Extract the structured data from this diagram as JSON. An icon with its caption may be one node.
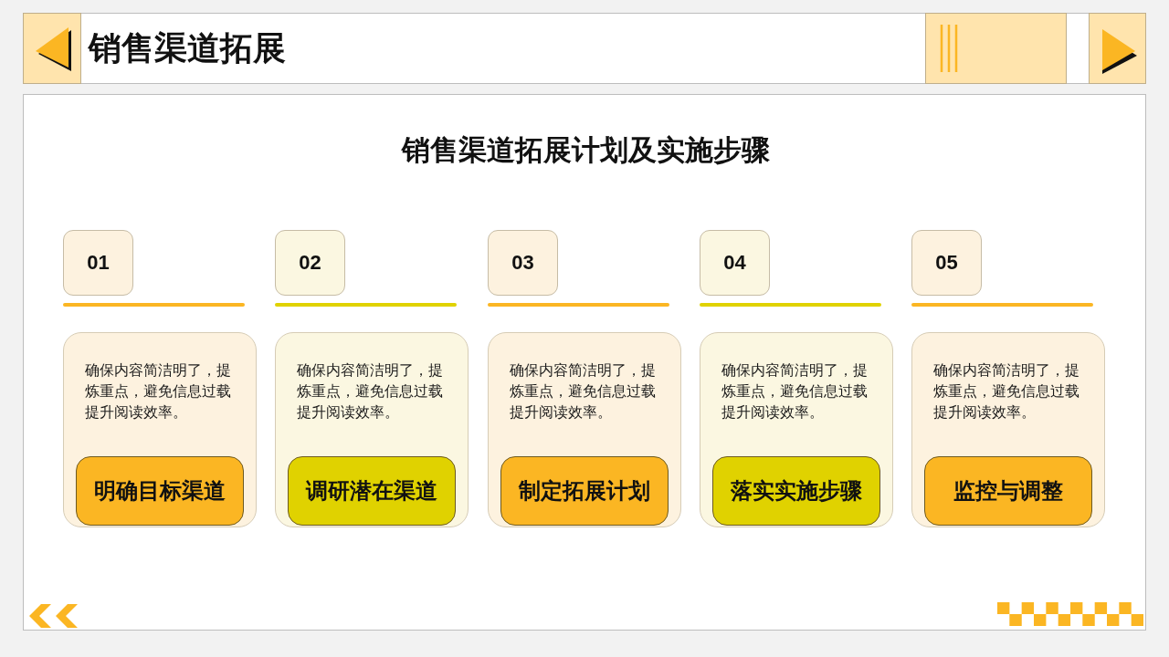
{
  "diagram": {
    "title": "销售渠道拓展",
    "nodes": [
      {
        "text": [
          "01"
        ]
      },
      {
        "text": [
          "确保内容简洁明了，提炼重点，避免信息过载提升阅读效率。"
        ]
      },
      {
        "text": [
          "明确目标渠道"
        ],
        "in": 1
      },
      {
        "text": [
          "02"
        ]
      },
      {
        "text": [
          "确保内容简洁明了，提炼重点，避免信息过载提升阅读效率。"
        ]
      },
      {
        "text": [
          "调研潜在渠道"
        ],
        "in": 4
      },
      {
        "text": [
          "03"
        ]
      },
      {
        "text": [
          "确保内容简洁明了，提炼重点，避免信息过载提升阅读效率。"
        ]
      },
      {
        "text": [
          "制定拓展计划"
        ],
        "in": 7
      },
      {
        "text": [
          "04"
        ]
      },
      {
        "text": [
          "确保内容简洁明了，提炼重点，避免信息过载提升阅读效率。"
        ]
      },
      {
        "text": [
          "落实实施步骤"
        ],
        "in": 10
      },
      {
        "text": [
          "05"
        ]
      },
      {
        "text": [
          "确保内容简洁明了，提炼重点，避免信息过载提升阅读效率。"
        ]
      },
      {
        "text": [
          "监控与调整"
        ],
        "in": 13
      }
    ],
    "labels": [
      "销售渠道拓展计划及实施步骤"
    ]
  }
}
